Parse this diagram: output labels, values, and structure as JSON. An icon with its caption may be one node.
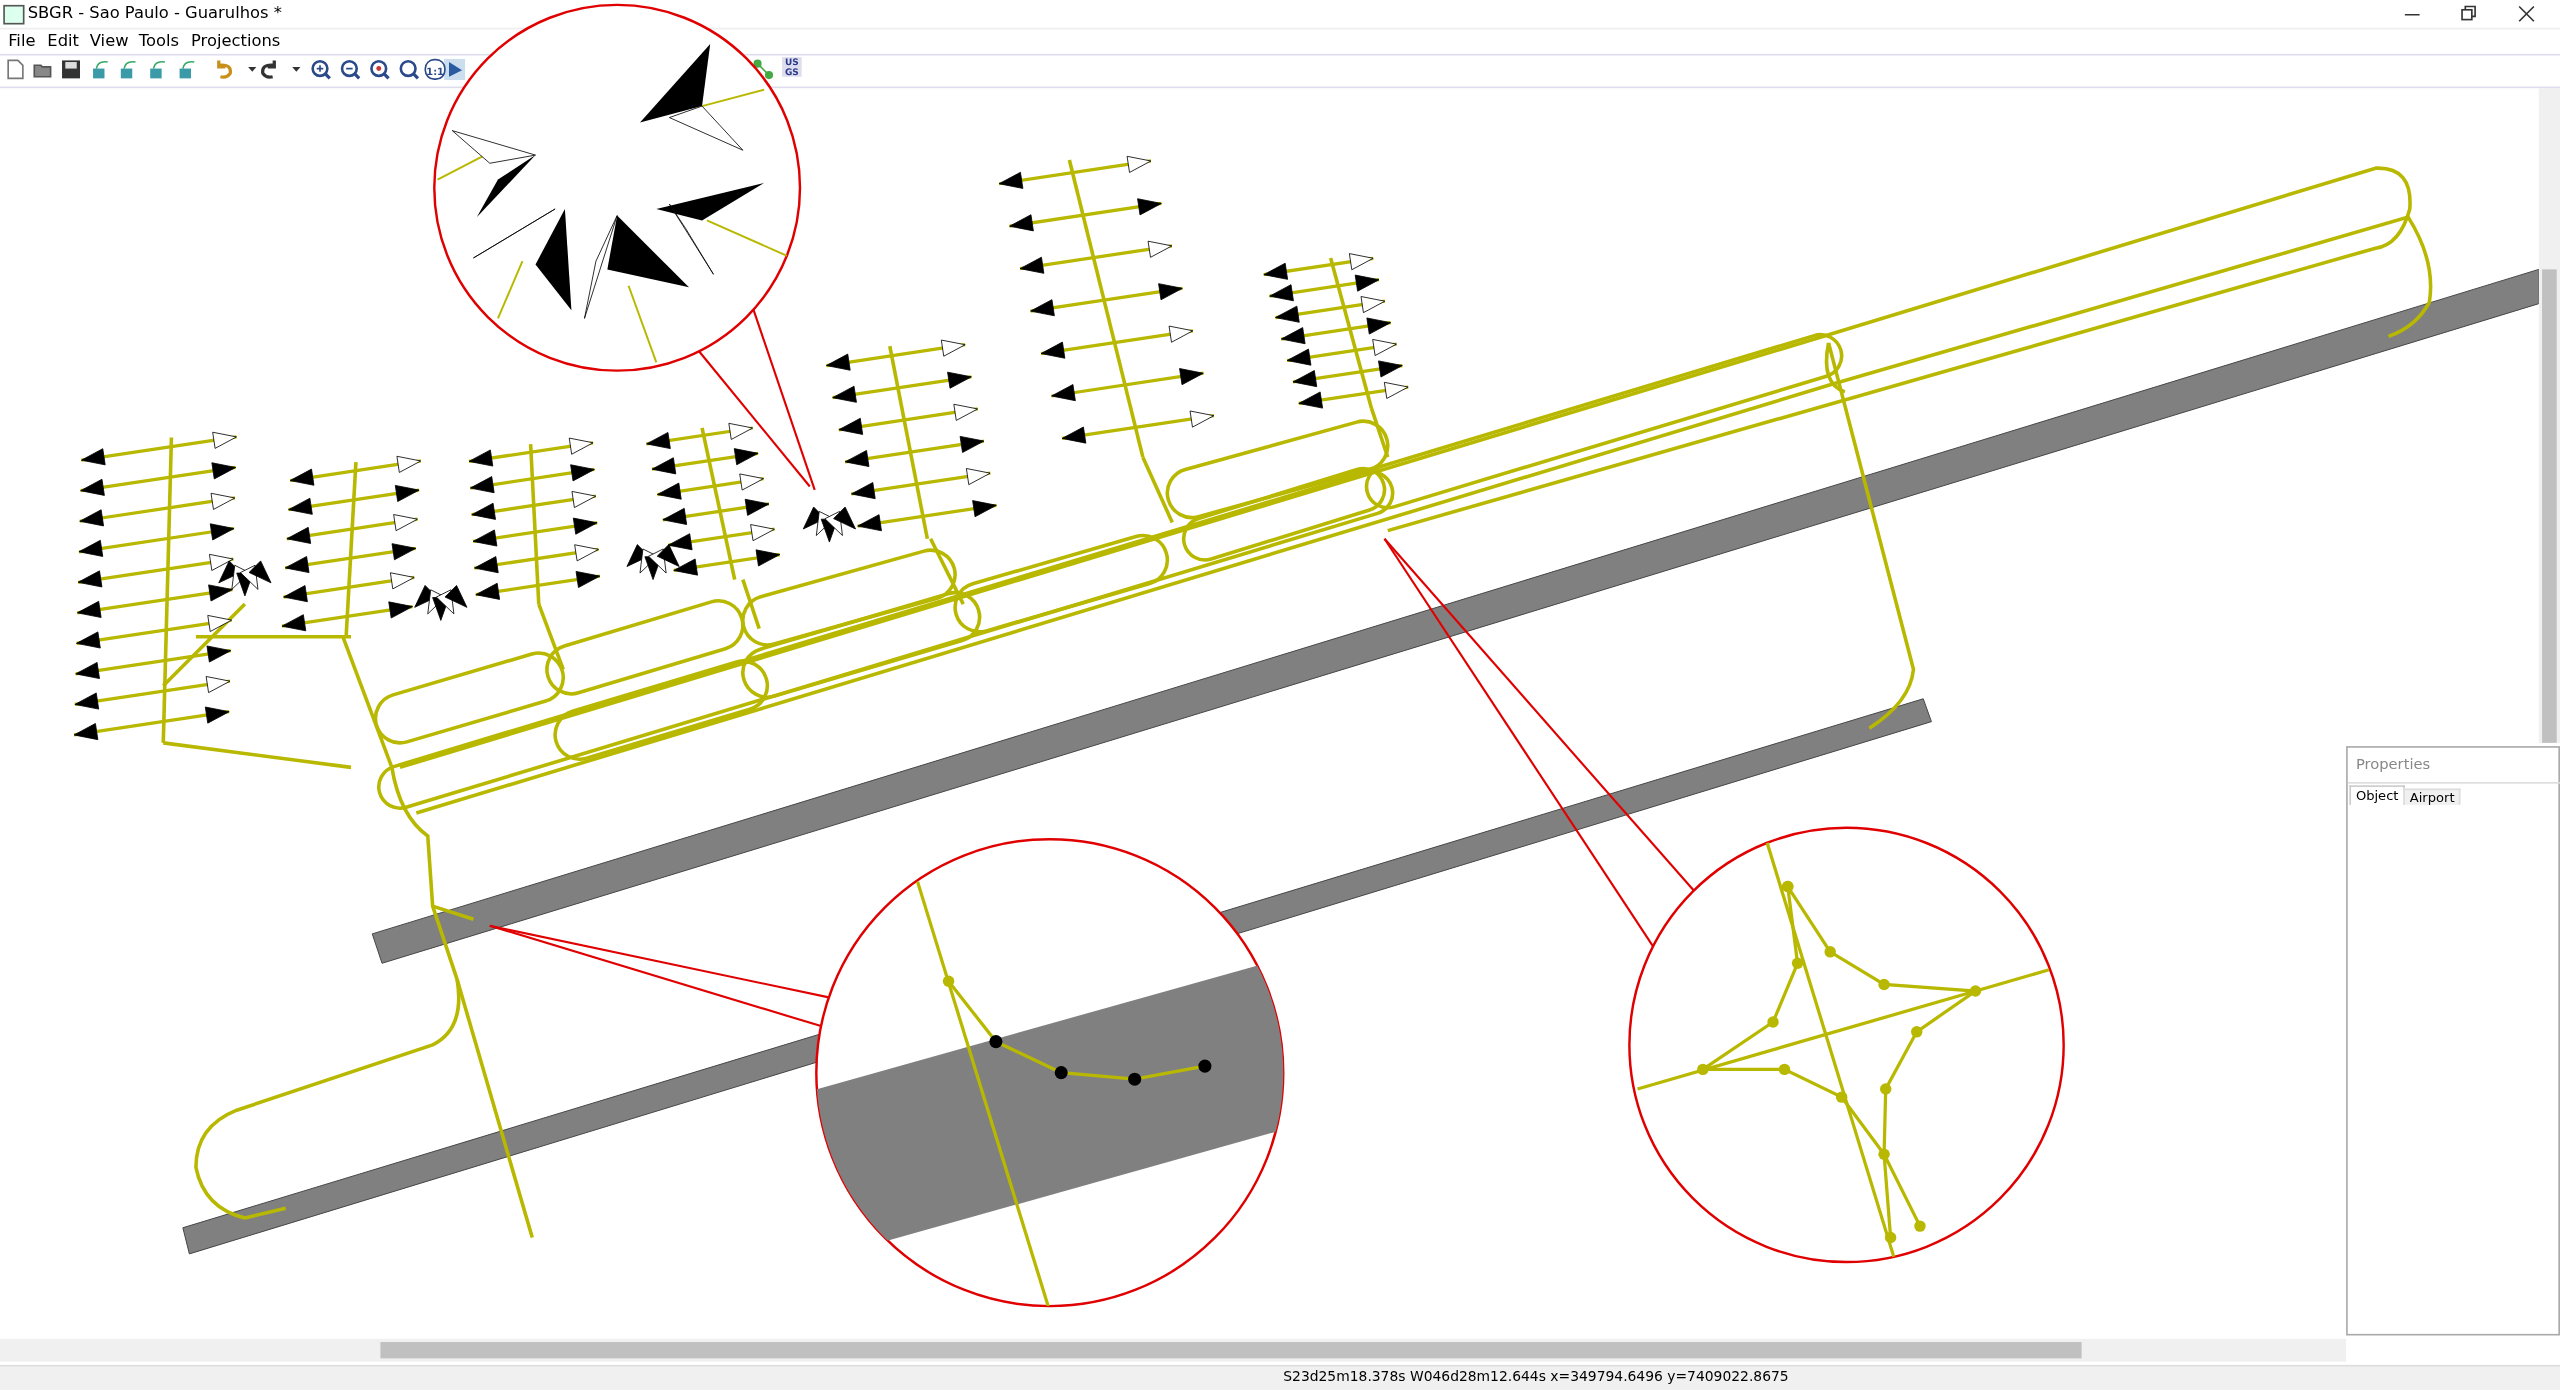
{
  "diagram": {
    "title": "SBGR - Sao Paulo - Guarulhos *",
    "nodes": [
      {
        "text": [],
        "shape": "circle"
      },
      {
        "text": [],
        "shape": "circle"
      },
      {
        "text": [],
        "shape": "circle"
      }
    ],
    "edges": [
      {
        "from": 0,
        "to": null,
        "arrow": "none"
      },
      {
        "from": 0,
        "to": null,
        "arrow": "none"
      },
      {
        "from": 1,
        "to": null,
        "arrow": "none"
      },
      {
        "from": 1,
        "to": null,
        "arrow": "none"
      },
      {
        "from": 2,
        "to": null,
        "arrow": "none"
      },
      {
        "from": 2,
        "to": null,
        "arrow": "none"
      }
    ],
    "labels": [
      "File",
      "Edit",
      "View",
      "Tools",
      "Projections",
      "1:1",
      "US GS",
      "Properties",
      "Object",
      "Airport",
      "S23d25m18.378s W046d28m12.644s x=349794.6496 y=7409022.8675"
    ]
  }
}
